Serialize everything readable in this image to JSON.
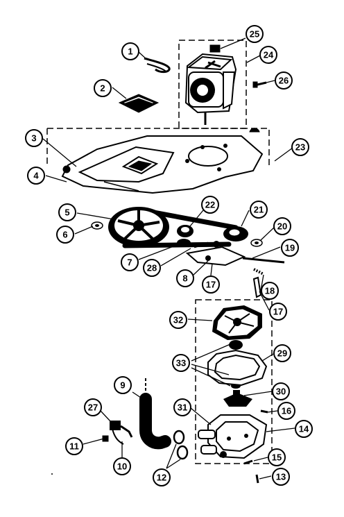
{
  "callouts": [
    "1",
    "2",
    "3",
    "4",
    "5",
    "6",
    "7",
    "8",
    "9",
    "10",
    "11",
    "12",
    "13",
    "14",
    "15",
    "16",
    "17",
    "17",
    "19",
    "18",
    "20",
    "21",
    "22",
    "23",
    "24",
    "25",
    "26",
    "27",
    "28",
    "29",
    "30",
    "31",
    "32",
    "33"
  ]
}
